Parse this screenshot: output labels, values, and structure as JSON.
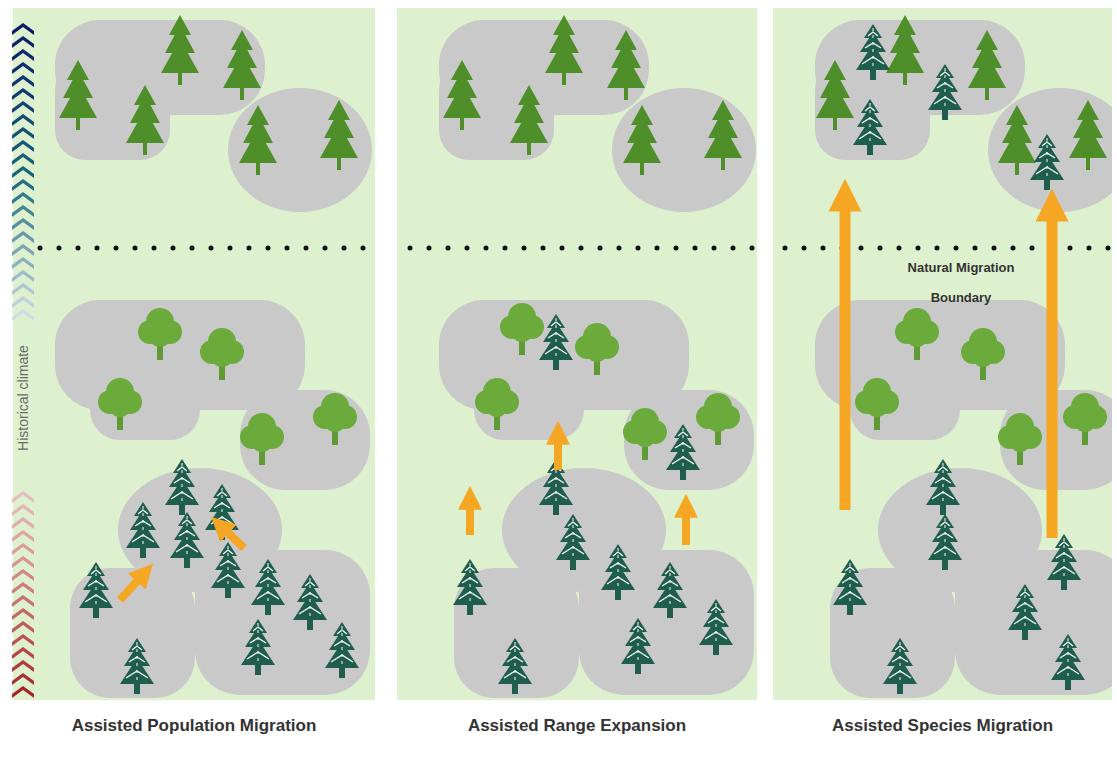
{
  "diagram": {
    "nodes": [
      {
        "text": [
          "Assisted Population Migration"
        ]
      },
      {
        "text": [
          "Assisted Range Expansion"
        ]
      },
      {
        "text": [
          "Assisted Species Migration"
        ]
      }
    ],
    "labels": [
      "Historical climate",
      "Natural Migration Boundary"
    ]
  }
}
